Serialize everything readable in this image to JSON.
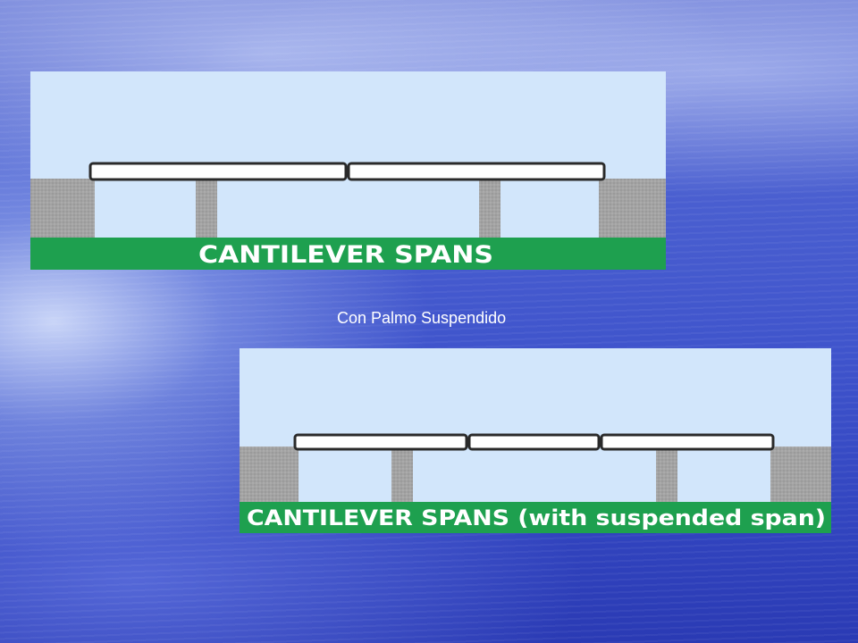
{
  "caption": "Con Palmo Suspendido",
  "diagrams": [
    {
      "banner_label": "CANTILEVER SPANS",
      "deck_segments": 2,
      "colors": {
        "sky": "#d2e6fb",
        "banner": "#1ea04f",
        "pier": "#a3a3a3",
        "deck": "#ffffff"
      }
    },
    {
      "banner_label": "CANTILEVER SPANS (with suspended span)",
      "deck_segments": 3,
      "colors": {
        "sky": "#d2e6fb",
        "banner": "#1ea04f",
        "pier": "#a3a3a3",
        "deck": "#ffffff"
      }
    }
  ]
}
